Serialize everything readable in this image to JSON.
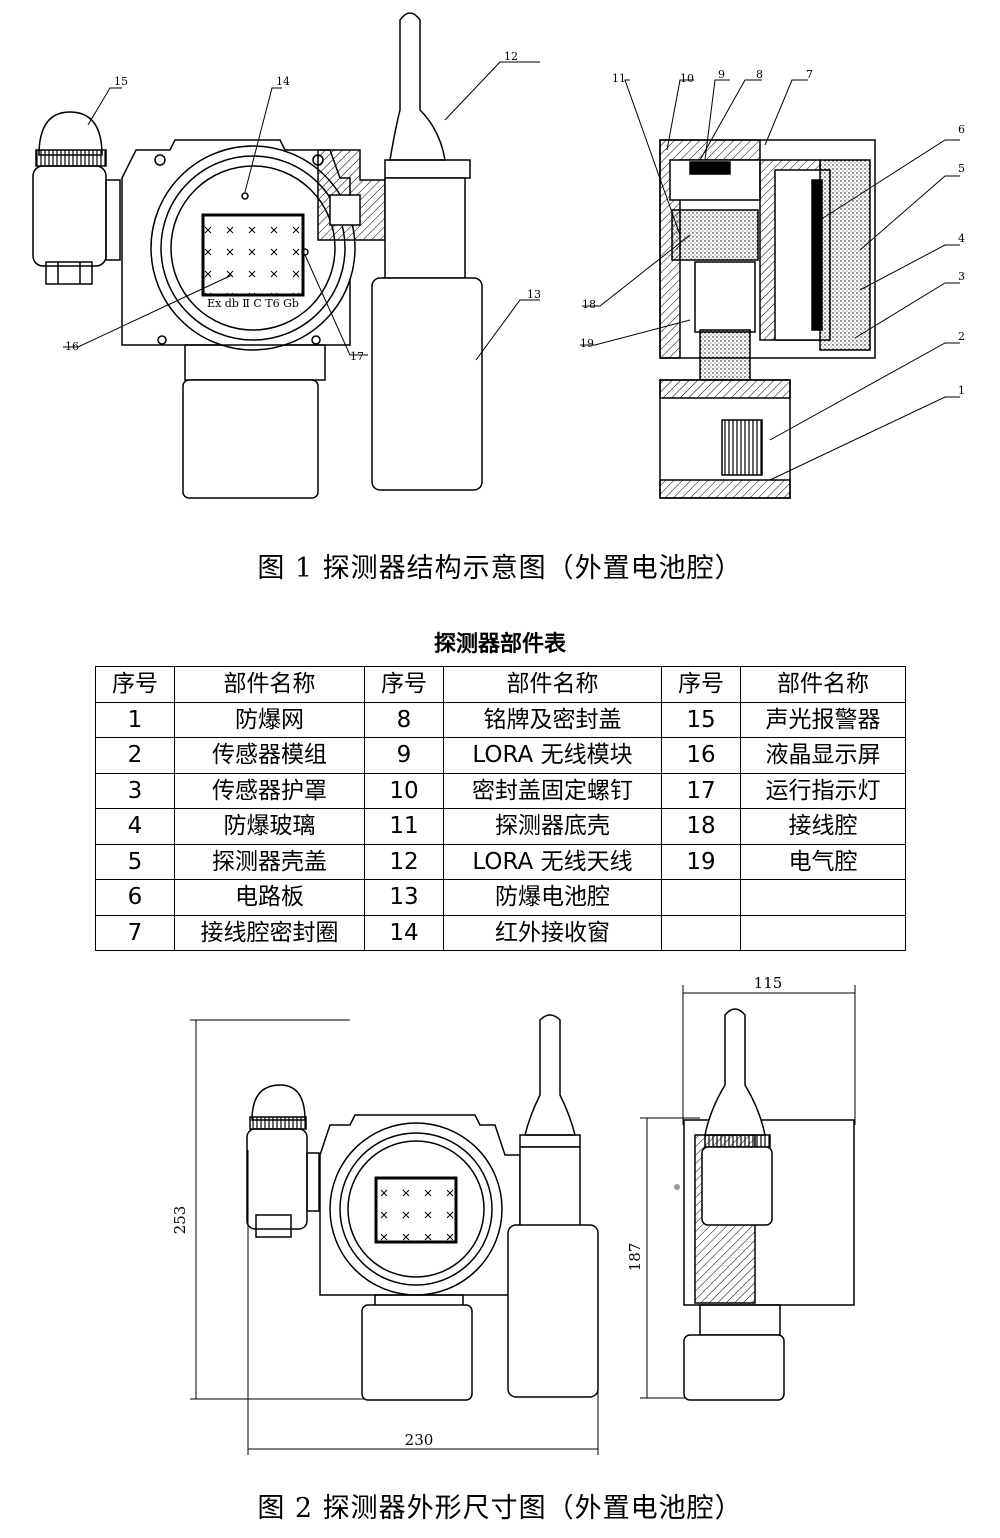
{
  "figure1": {
    "caption": "图 1 探测器结构示意图（外置电池腔）",
    "callouts": [
      "1",
      "2",
      "3",
      "4",
      "5",
      "6",
      "7",
      "8",
      "9",
      "10",
      "11",
      "12",
      "13",
      "14",
      "15",
      "16",
      "17",
      "18",
      "19"
    ],
    "lcd_mark": "Ex db Ⅱ C T6 Gb"
  },
  "parts_table": {
    "title": "探测器部件表",
    "headers": [
      "序号",
      "部件名称",
      "序号",
      "部件名称",
      "序号",
      "部件名称"
    ],
    "rows": [
      [
        "1",
        "防爆网",
        "8",
        "铭牌及密封盖",
        "15",
        "声光报警器"
      ],
      [
        "2",
        "传感器模组",
        "9",
        "LORA 无线模块",
        "16",
        "液晶显示屏"
      ],
      [
        "3",
        "传感器护罩",
        "10",
        "密封盖固定螺钉",
        "17",
        "运行指示灯"
      ],
      [
        "4",
        "防爆玻璃",
        "11",
        "探测器底壳",
        "18",
        "接线腔"
      ],
      [
        "5",
        "探测器壳盖",
        "12",
        "LORA 无线天线",
        "19",
        "电气腔"
      ],
      [
        "6",
        "电路板",
        "13",
        "防爆电池腔",
        "",
        ""
      ],
      [
        "7",
        "接线腔密封圈",
        "14",
        "红外接收窗",
        "",
        ""
      ]
    ]
  },
  "figure2": {
    "caption": "图 2 探测器外形尺寸图（外置电池腔）",
    "dimensions": {
      "height": "253",
      "width": "230",
      "depth": "115",
      "side_height": "187"
    }
  }
}
